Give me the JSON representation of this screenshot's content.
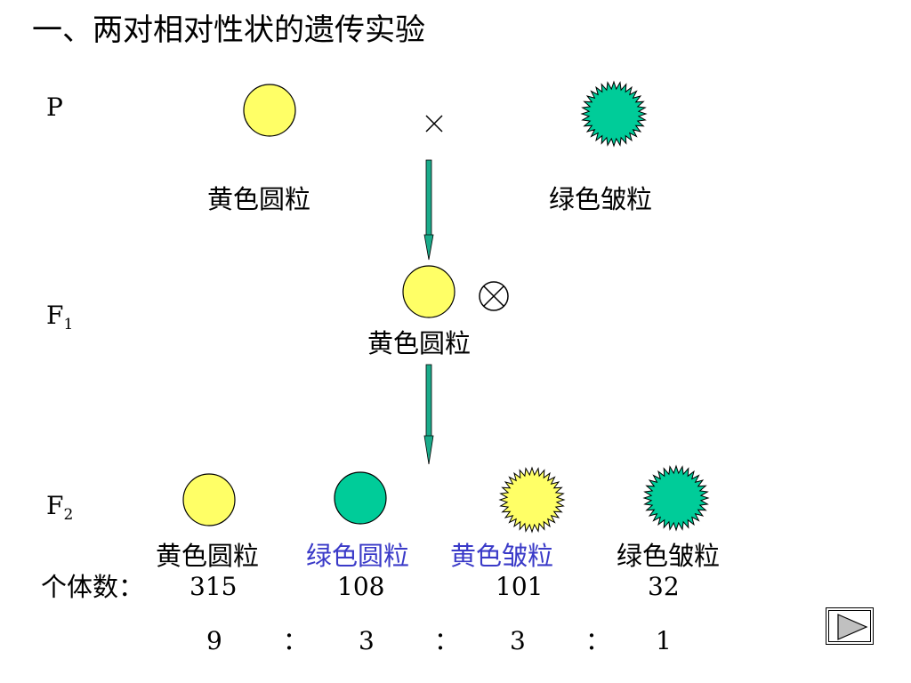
{
  "title": "一、两对相对性状的遗传实验",
  "generations": {
    "p": "P",
    "f1": {
      "base": "F",
      "sub": "1"
    },
    "f2": {
      "base": "F",
      "sub": "2"
    }
  },
  "parents": {
    "left_label": "黄色圆粒",
    "cross_symbol": "×",
    "right_label": "绿色皱粒"
  },
  "f1": {
    "label": "黄色圆粒",
    "self_symbol": "⊗"
  },
  "f2": {
    "count_label": "个体数：",
    "phenotypes": [
      {
        "label": "黄色圆粒",
        "count": "315",
        "ratio": "9"
      },
      {
        "label": "绿色圆粒",
        "count": "108",
        "ratio": "3"
      },
      {
        "label": "黄色皱粒",
        "count": "101",
        "ratio": "3"
      },
      {
        "label": "绿色皱粒",
        "count": "32",
        "ratio": "1"
      }
    ],
    "ratio_separator": "："
  },
  "colors": {
    "yellow": "#ffff66",
    "green": "#00cc99",
    "arrow": "#1aab8a",
    "blue_text": "#3a3ac8"
  },
  "nav": {
    "next_icon": "play-triangle-icon"
  }
}
